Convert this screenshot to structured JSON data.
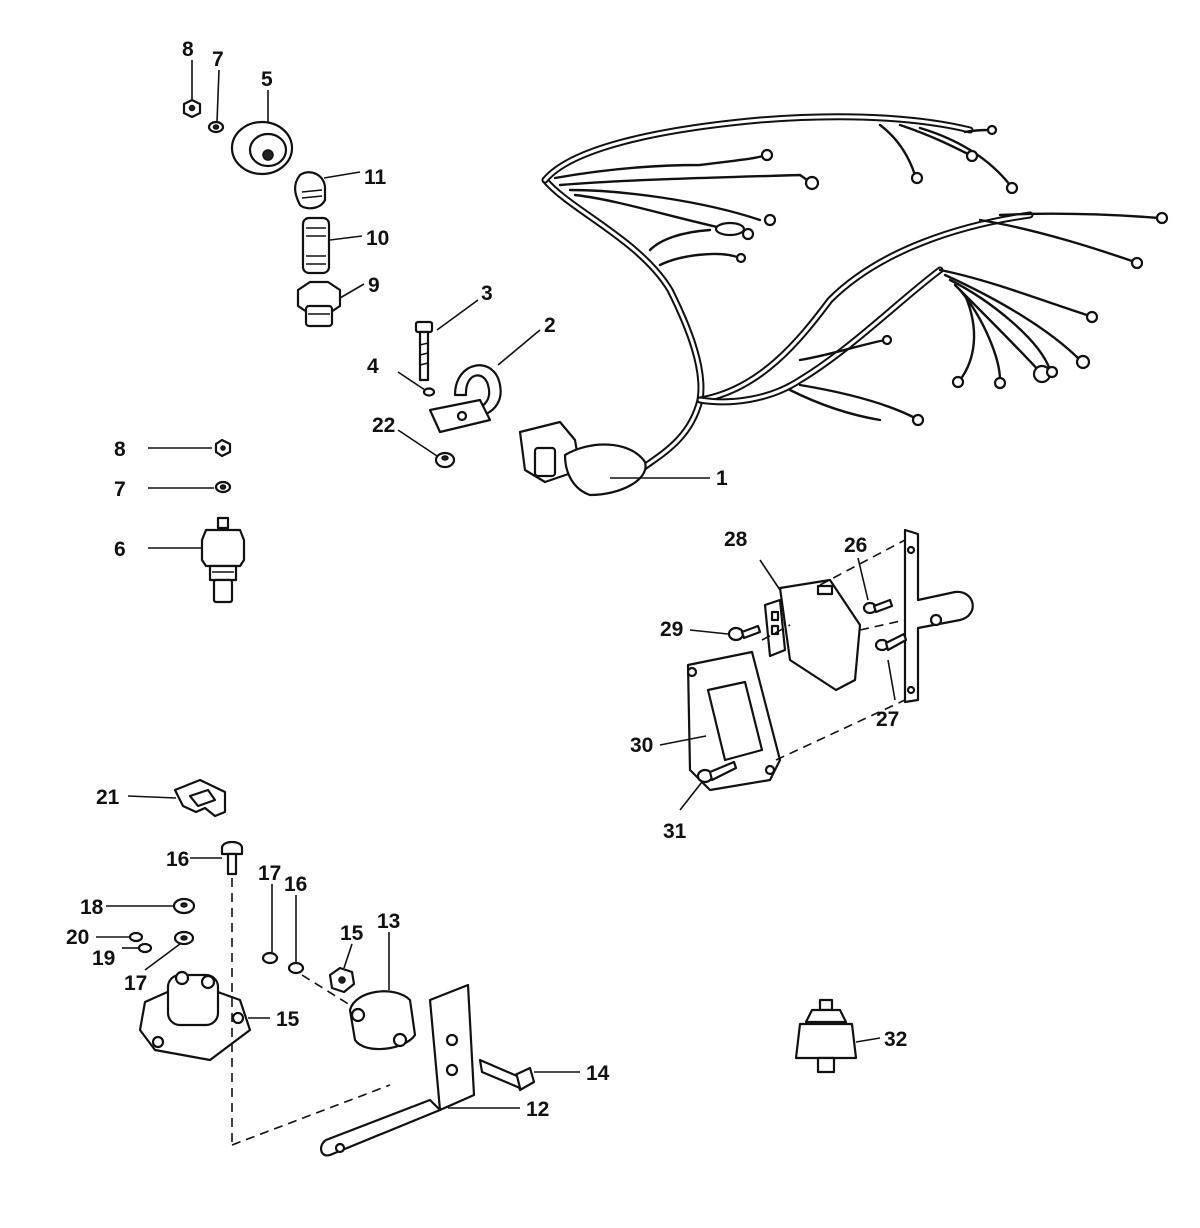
{
  "callouts": {
    "c1": "1",
    "c2": "2",
    "c3": "3",
    "c4": "4",
    "c5": "5",
    "c6": "6",
    "c7a": "7",
    "c7b": "7",
    "c8a": "8",
    "c8b": "8",
    "c9": "9",
    "c10": "10",
    "c11": "11",
    "c12": "12",
    "c13": "13",
    "c14": "14",
    "c15a": "15",
    "c15b": "15",
    "c16a": "16",
    "c16b": "16",
    "c17a": "17",
    "c17b": "17",
    "c18": "18",
    "c19": "19",
    "c20": "20",
    "c21": "21",
    "c22": "22",
    "c26": "26",
    "c27": "27",
    "c28": "28",
    "c29": "29",
    "c30": "30",
    "c31": "31",
    "c32": "32"
  }
}
